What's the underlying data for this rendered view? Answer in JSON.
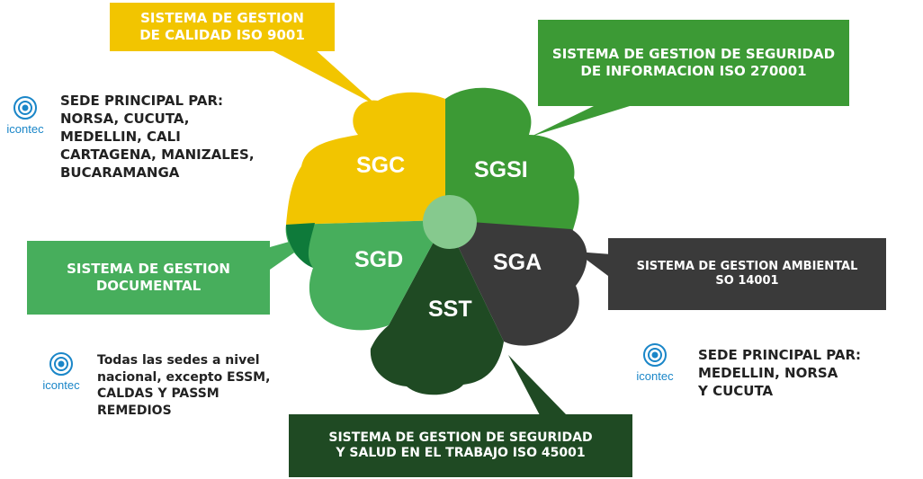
{
  "boxes": {
    "sgc": "SISTEMA DE GESTION\nDE CALIDAD ISO 9001",
    "sgsi": "SISTEMA DE GESTION DE SEGURIDAD\nDE INFORMACION ISO 270001",
    "sgd": "SISTEMA DE GESTION\nDOCUMENTAL",
    "sga": "SISTEMA DE GESTION AMBIENTAL\nSO 14001",
    "sst": "SISTEMA DE GESTION DE SEGURIDAD\nY SALUD EN EL TRABAJO ISO 45001"
  },
  "segments": {
    "sgc": "SGC",
    "sgsi": "SGSI",
    "sgd": "SGD",
    "sga": "SGA",
    "sst": "SST"
  },
  "notes": {
    "sgc_sites": "SEDE PRINCIPAL PAR:\nNORSA, CUCUTA,\nMEDELLIN, CALI\nCARTAGENA, MANIZALES,\nBUCARAMANGA",
    "sgd_sites": "Todas las sedes a nivel\nnacional, excepto ESSM,\nCALDAS Y PASSM\nREMEDIOS",
    "sga_sites": "SEDE PRINCIPAL PAR:\nMEDELLIN, NORSA\n   Y CUCUTA"
  },
  "logo_text": "icontec",
  "colors": {
    "yellow": "#f2c500",
    "green": "#3c9a35",
    "lightgreen": "#47ae5c",
    "darkgray": "#3a3a3a",
    "darkgreen": "#1f4a23",
    "icontec_blue": "#1a86c8"
  }
}
